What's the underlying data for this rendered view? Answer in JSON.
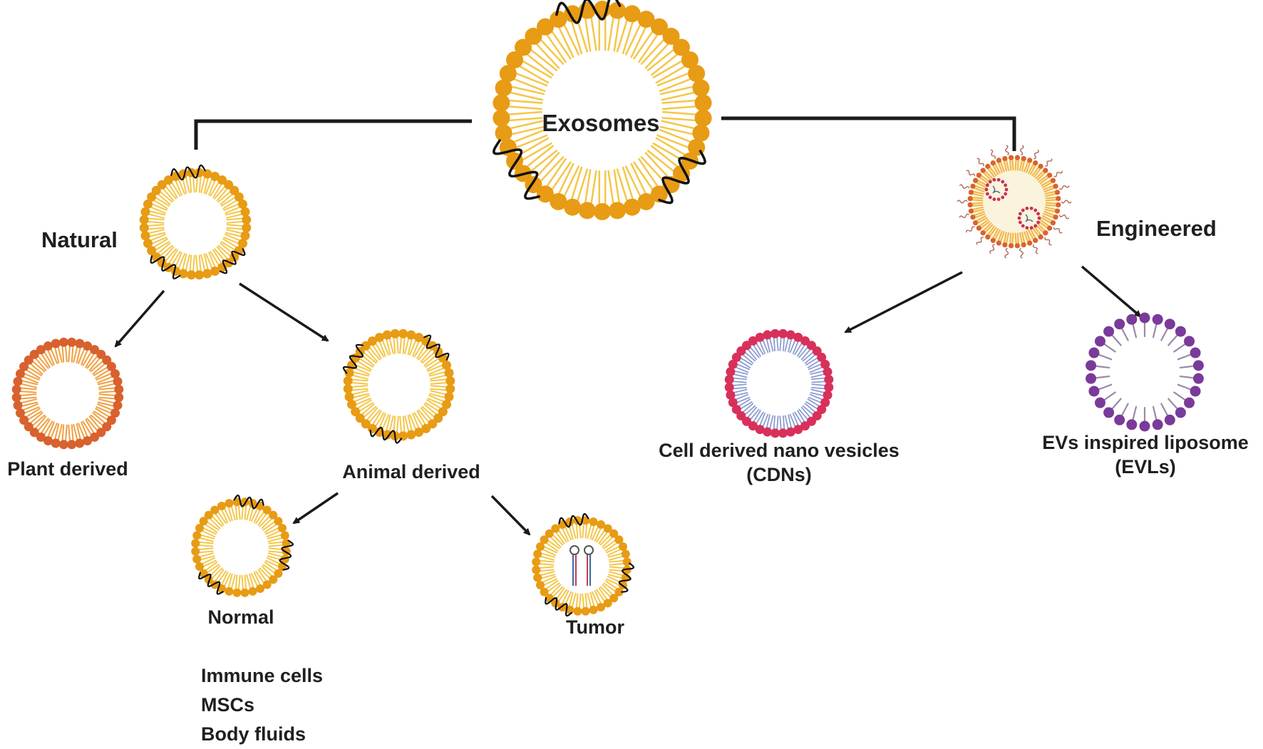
{
  "labels": {
    "exosomes": "Exosomes",
    "natural": "Natural",
    "engineered": "Engineered",
    "plant_derived": "Plant derived",
    "animal_derived": "Animal derived",
    "normal": "Normal",
    "tumor": "Tumor",
    "cdn_line1": "Cell derived nano vesicles",
    "cdn_line2": "(CDNs)",
    "evl_line1": "EVs inspired liposome",
    "evl_line2": "(EVLs)",
    "normal_sources": [
      "Immune cells",
      "MSCs",
      "Body fluids"
    ]
  },
  "colors": {
    "orange_head": "#e89b14",
    "orange_tail": "#f4c64a",
    "plant_head": "#d8612e",
    "plant_tail": "#f0a040",
    "cdn_head": "#d8305a",
    "cdn_tail": "#8e9cd0",
    "evl_head": "#7a3a9a",
    "evl_tail": "#9a8aa8",
    "line": "#1a1a1a",
    "protein": "#111111"
  }
}
